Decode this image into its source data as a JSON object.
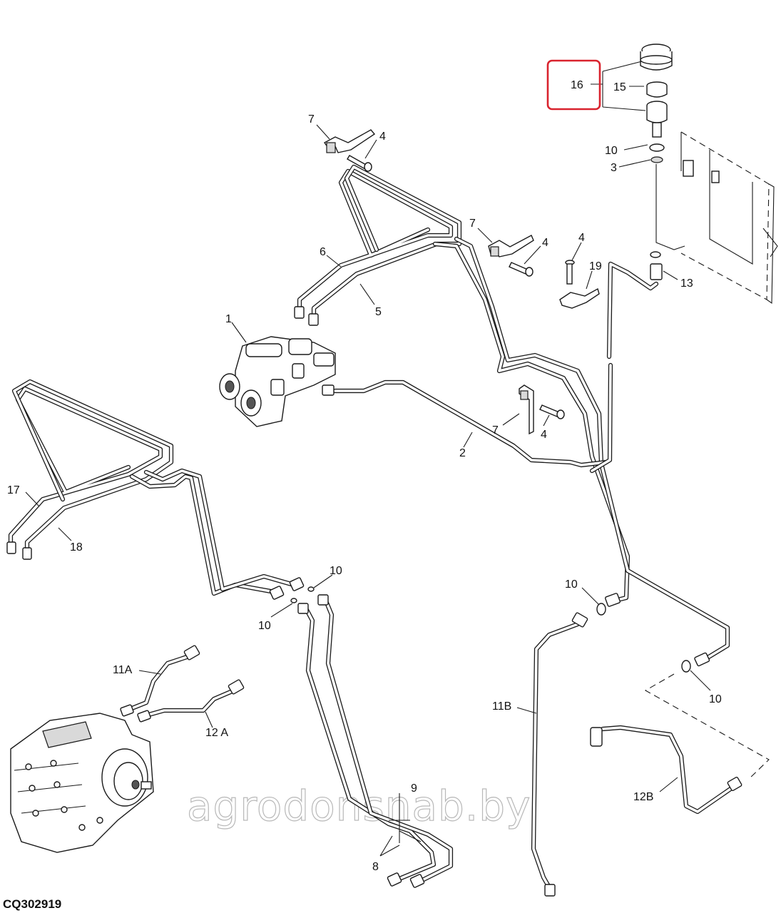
{
  "figure_id": "CQ302919",
  "watermark": "agrodonsnab.by",
  "highlight_color": "#d9232e",
  "callouts": [
    {
      "id": "c16",
      "text": "16"
    },
    {
      "id": "c15",
      "text": "15"
    },
    {
      "id": "c10a",
      "text": "10"
    },
    {
      "id": "c3",
      "text": "3"
    },
    {
      "id": "c13",
      "text": "13"
    },
    {
      "id": "c7a",
      "text": "7"
    },
    {
      "id": "c4a",
      "text": "4"
    },
    {
      "id": "c7b",
      "text": "7"
    },
    {
      "id": "c4b",
      "text": "4"
    },
    {
      "id": "c4c",
      "text": "4"
    },
    {
      "id": "c19",
      "text": "19"
    },
    {
      "id": "c6",
      "text": "6"
    },
    {
      "id": "c5",
      "text": "5"
    },
    {
      "id": "c1",
      "text": "1"
    },
    {
      "id": "c7c",
      "text": "7"
    },
    {
      "id": "c4d",
      "text": "4"
    },
    {
      "id": "c2",
      "text": "2"
    },
    {
      "id": "c17",
      "text": "17"
    },
    {
      "id": "c18",
      "text": "18"
    },
    {
      "id": "c10b",
      "text": "10"
    },
    {
      "id": "c10c",
      "text": "10"
    },
    {
      "id": "c10d",
      "text": "10"
    },
    {
      "id": "c10e",
      "text": "10"
    },
    {
      "id": "c11a",
      "text": "11A"
    },
    {
      "id": "c12a",
      "text": "12 A"
    },
    {
      "id": "c11b",
      "text": "11B"
    },
    {
      "id": "c12b",
      "text": "12B"
    },
    {
      "id": "c9",
      "text": "9"
    },
    {
      "id": "c8",
      "text": "8"
    }
  ]
}
